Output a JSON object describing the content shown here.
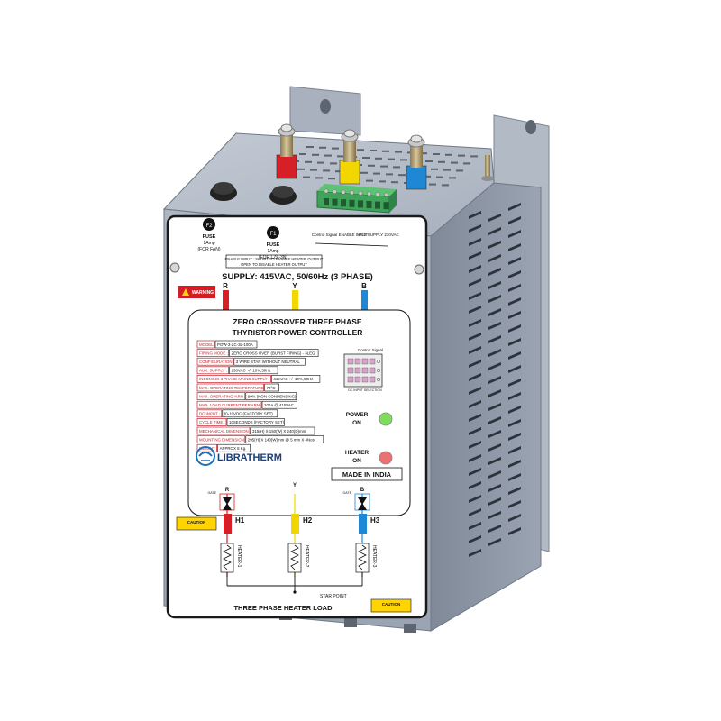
{
  "product": {
    "brand": "LIBRATHERM",
    "supply": "SUPPLY: 415VAC, 50/60Hz (3 PHASE)",
    "title_line1": "ZERO CROSSOVER THREE PHASE",
    "title_line2": "THYRISTOR POWER CONTROLLER",
    "made_in": "MADE IN INDIA",
    "load_title": "THREE PHASE HEATER LOAD",
    "star_point": "STAR POINT",
    "warning": "WARNING",
    "caution": "CAUTION"
  },
  "fuses": [
    {
      "id": "F2",
      "line1": "FUSE",
      "line2": "1Amp",
      "line3": "(FOR FAN)"
    },
    {
      "id": "F1",
      "line1": "FUSE",
      "line2": "1Amp",
      "line3": "(FOR LZF-3N)"
    }
  ],
  "terminals": {
    "control_signal": "Control Signal",
    "enable_input": "ENABLE INPUT",
    "aux_supply": "AUX SUPPLY 230VAC",
    "enable_note_1": "ENABLE INPUT : SHORT TO ENABLE HEATER OUTPUT",
    "enable_note_2": "OPEN TO DISABLE HEATER OUTPUT"
  },
  "phases": [
    {
      "label": "R",
      "color": "#d61f26"
    },
    {
      "label": "Y",
      "color": "#f2d600"
    },
    {
      "label": "B",
      "color": "#1f88d6"
    }
  ],
  "specs": [
    {
      "key": "MODEL",
      "value": "POW-3-ZC-3L-100A"
    },
    {
      "key": "FIRING MODE",
      "value": "ZERO CROSS OVER (BURST FIRING) - 3LEG"
    },
    {
      "key": "CONFIGURATION",
      "value": "3 WIRE STAR  WITHOUT  NEUTRAL"
    },
    {
      "key": "AUX. SUPPLY",
      "value": "230VAC +/- 10%,50Hz"
    },
    {
      "key": "INCOMING 3 PHASE MAINS SUPPLY",
      "value": "415VAC +/- 10%,50Hz"
    },
    {
      "key": "MAX. OPERATING TEMPERATURE",
      "value": "70°C"
    },
    {
      "key": "MAX. OPERATING %RH",
      "value": "90% (NON CONDENSING)"
    },
    {
      "key": "MAX. LOAD CURRENT PER ARM",
      "value": "100A @ 415VAC"
    },
    {
      "key": "DC INPUT",
      "value": "(0-10VDC (FACTORY SET)"
    },
    {
      "key": "CYCLE TIME",
      "value": "10SECONDS (FACTORY SET)"
    },
    {
      "key": "MECHANICAL DIMENSION",
      "value": "315(H) X 150(W) X 240(D)mm"
    },
    {
      "key": "MOUNTING DIMENSION",
      "value": "295(H) X 140(W)mm @ 5 mm X 4Nos."
    },
    {
      "key": "WEIGHT",
      "value": "APPROX 8 Kg."
    }
  ],
  "dip": {
    "title": "Control Signal",
    "footer": "DC INPUT SELECTION"
  },
  "indicators": [
    {
      "label1": "POWER",
      "label2": "ON",
      "color": "#7fdc5c"
    },
    {
      "label1": "HEATER",
      "label2": "ON",
      "color": "#f07070"
    }
  ],
  "heaters": [
    {
      "id": "H1",
      "name": "HEATER-1",
      "phase": "R",
      "gate": "GATE"
    },
    {
      "id": "H2",
      "name": "HEATER-2",
      "phase": "Y",
      "gate": ""
    },
    {
      "id": "H3",
      "name": "HEATER-3",
      "phase": "B",
      "gate": "GATE"
    }
  ]
}
